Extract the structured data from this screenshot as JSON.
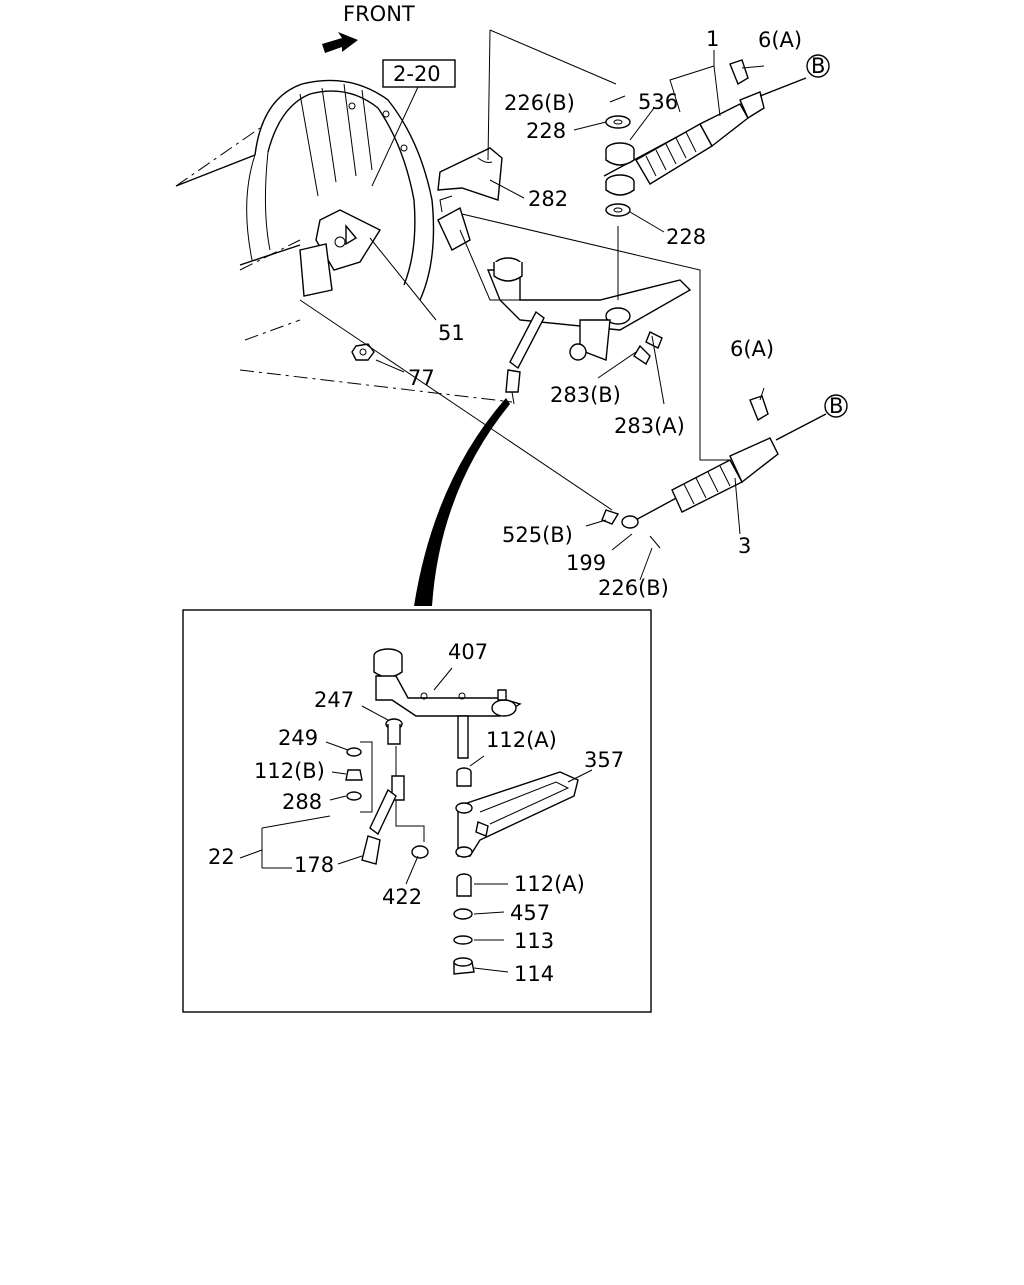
{
  "header": {
    "front_label": "FRONT",
    "ref_box": "2-20"
  },
  "callouts": {
    "c1": "1",
    "c6a_top": "6(A)",
    "cB_top": "B",
    "c226b_top": "226(B)",
    "c536": "536",
    "c228_top": "228",
    "c282": "282",
    "c228_mid": "228",
    "c51": "51",
    "c77": "77",
    "c283b": "283(B)",
    "c283a": "283(A)",
    "c6a_mid": "6(A)",
    "cB_mid": "B",
    "c3": "3",
    "c525b": "525(B)",
    "c199": "199",
    "c226b_bot": "226(B)"
  },
  "detail": {
    "c407": "407",
    "c247": "247",
    "c249": "249",
    "c112b": "112(B)",
    "c288": "288",
    "c22": "22",
    "c178": "178",
    "c422": "422",
    "c112a_top": "112(A)",
    "c357": "357",
    "c112a_bot": "112(A)",
    "c457": "457",
    "c113": "113",
    "c114": "114"
  }
}
